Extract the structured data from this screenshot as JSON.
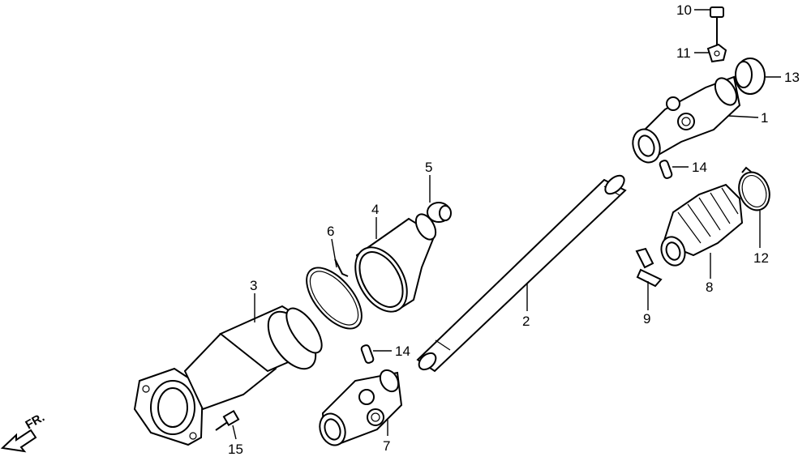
{
  "callouts": [
    {
      "id": "1",
      "text": "1"
    },
    {
      "id": "2",
      "text": "2"
    },
    {
      "id": "3",
      "text": "3"
    },
    {
      "id": "4",
      "text": "4"
    },
    {
      "id": "5",
      "text": "5"
    },
    {
      "id": "6",
      "text": "6"
    },
    {
      "id": "7",
      "text": "7"
    },
    {
      "id": "8",
      "text": "8"
    },
    {
      "id": "9",
      "text": "9"
    },
    {
      "id": "10",
      "text": "10"
    },
    {
      "id": "11",
      "text": "11"
    },
    {
      "id": "12",
      "text": "12"
    },
    {
      "id": "13",
      "text": "13"
    },
    {
      "id": "14a",
      "text": "14"
    },
    {
      "id": "14b",
      "text": "14"
    },
    {
      "id": "15",
      "text": "15"
    }
  ],
  "direction": {
    "text": "FR."
  }
}
